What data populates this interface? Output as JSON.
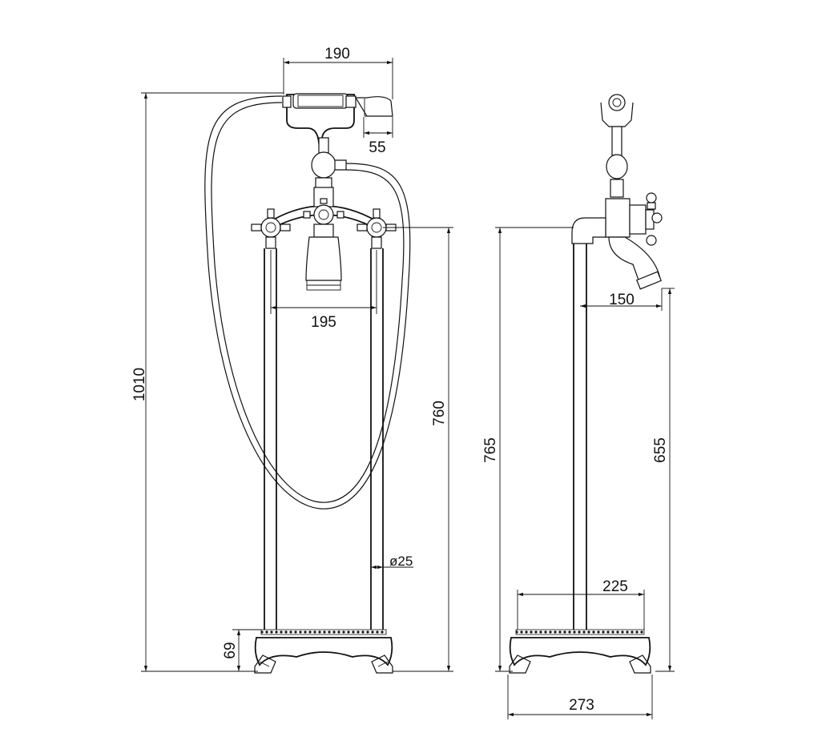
{
  "front_view": {
    "dims": {
      "head_width": "190",
      "head_depth": "55",
      "total_height": "1010",
      "handle_spacing": "195",
      "column_height": "760",
      "pipe_diameter": "ø25",
      "base_height": "69"
    }
  },
  "side_view": {
    "dims": {
      "pipe_height": "765",
      "spout_reach": "150",
      "spout_height": "655",
      "base_top_width": "225",
      "base_bottom_width": "273"
    }
  },
  "colors": {
    "line": "#111111",
    "background": "#ffffff"
  }
}
